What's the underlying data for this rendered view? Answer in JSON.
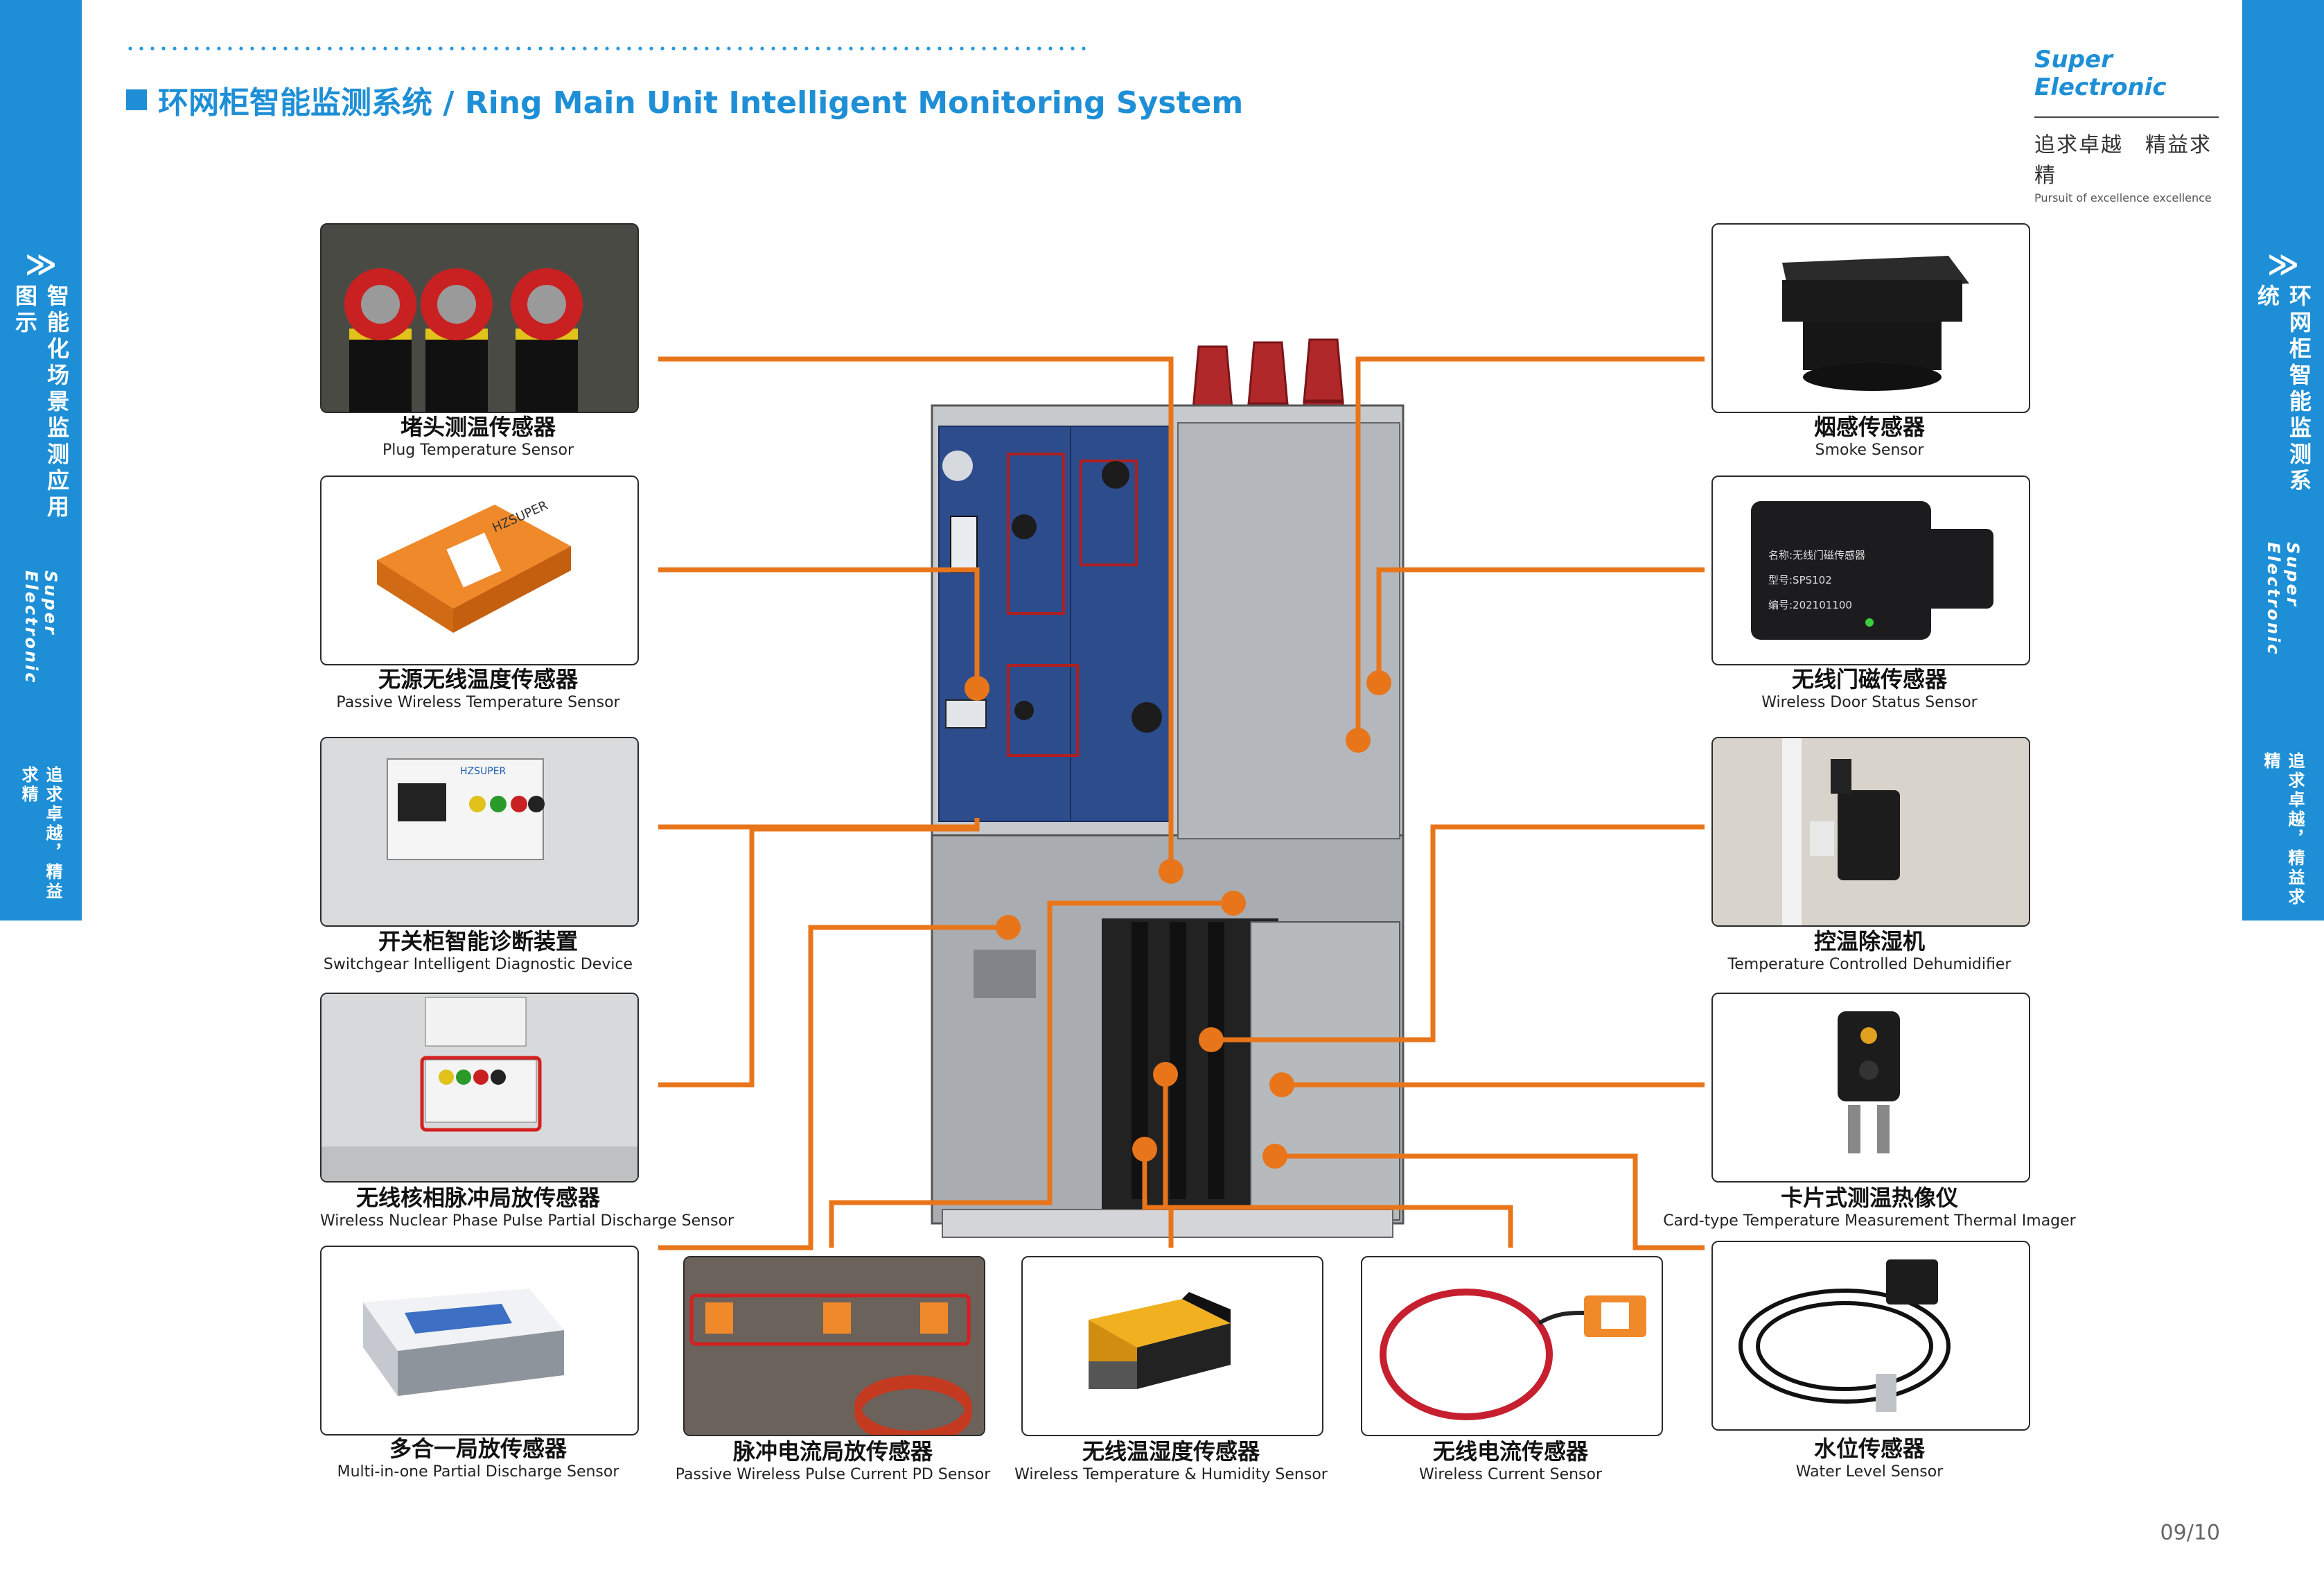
{
  "header": {
    "title": "环网柜智能监测系统 / Ring Main Unit Intelligent Monitoring System"
  },
  "brand": {
    "name": "Super Electronic",
    "slogan_cn": "追求卓越　精益求精",
    "slogan_en": "Pursuit of excellence excellence"
  },
  "left_band": {
    "chevron": "≫",
    "title": "智能化场景监测应用图示",
    "brand": "Super Electronic",
    "motto": "追求卓越，精益求精"
  },
  "right_band": {
    "chevron": "≫",
    "title": "环网柜智能监测系统",
    "brand": "Super Electronic",
    "motto": "追求卓越，精益求精"
  },
  "colors": {
    "accent": "#1e8fd6",
    "connector": "#e8751a",
    "cabinet": "#9a9ea3"
  },
  "sensors": [
    {
      "cn": "堵头测温传感器",
      "en": "Plug Temperature Sensor"
    },
    {
      "cn": "无源无线温度传感器",
      "en": "Passive Wireless Temperature Sensor"
    },
    {
      "cn": "开关柜智能诊断装置",
      "en": "Switchgear Intelligent Diagnostic Device"
    },
    {
      "cn": "无线核相脉冲局放传感器",
      "en": "Wireless Nuclear Phase Pulse Partial Discharge Sensor"
    },
    {
      "cn": "多合一局放传感器",
      "en": "Multi-in-one Partial Discharge Sensor"
    },
    {
      "cn": "脉冲电流局放传感器",
      "en": "Passive Wireless Pulse Current PD Sensor"
    },
    {
      "cn": "无线温湿度传感器",
      "en": "Wireless Temperature & Humidity Sensor"
    },
    {
      "cn": "无线电流传感器",
      "en": "Wireless Current Sensor"
    },
    {
      "cn": "水位传感器",
      "en": "Water Level Sensor"
    },
    {
      "cn": "卡片式测温热像仪",
      "en": "Card-type Temperature Measurement Thermal Imager"
    },
    {
      "cn": "控温除湿机",
      "en": "Temperature Controlled Dehumidifier"
    },
    {
      "cn": "无线门磁传感器",
      "en": "Wireless Door Status Sensor"
    },
    {
      "cn": "烟感传感器",
      "en": "Smoke Sensor"
    }
  ],
  "door_sensor_card": {
    "name_line": "名称:无线门磁传感器",
    "model_line": "型号:SPS102",
    "serial_line": "编号:202101100"
  },
  "device_logo": "HZSUPER",
  "page": "09/10"
}
